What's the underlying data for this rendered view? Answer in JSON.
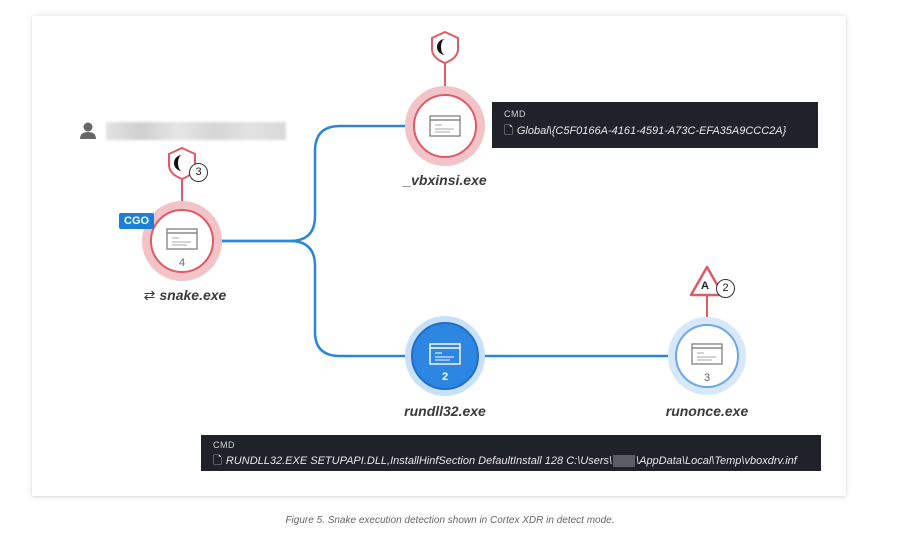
{
  "user": {
    "name_redacted": ""
  },
  "nodes": {
    "snake": {
      "label": "snake.exe",
      "count": "4",
      "tag": "CGO",
      "alert_count": "3"
    },
    "vbxinsi": {
      "label": "_vbxinsi.exe"
    },
    "rundll32": {
      "label": "rundll32.exe",
      "count": "2"
    },
    "runonce": {
      "label": "runonce.exe",
      "count": "3",
      "alert_count": "2",
      "alert_letter": "A"
    }
  },
  "cmd_top": {
    "title": "CMD",
    "text": "Global\\{C5F0166A-4161-4591-A73C-EFA35A9CCC2A}"
  },
  "cmd_bottom": {
    "title": "CMD",
    "text_before": "RUNDLL32.EXE SETUPAPI.DLL,InstallHinfSection DefaultInstall 128 C:\\Users\\",
    "text_after": "\\AppData\\Local\\Temp\\vboxdrv.inf"
  },
  "caption": "Figure 5. Snake execution detection shown in Cortex XDR in detect mode.",
  "colors": {
    "edge": "#2b86d9",
    "node_ring_red": "#e05a66",
    "node_halo_red": "#f2c3c7",
    "node_ring_blue": "#8bb9e8",
    "node_fill_selected": "#2e86e3",
    "cmd_bg": "#1f2228"
  },
  "icons": [
    "user-icon",
    "process-window-icon",
    "shield-alert-icon",
    "triangle-alert-icon",
    "document-icon",
    "repeat-icon"
  ]
}
